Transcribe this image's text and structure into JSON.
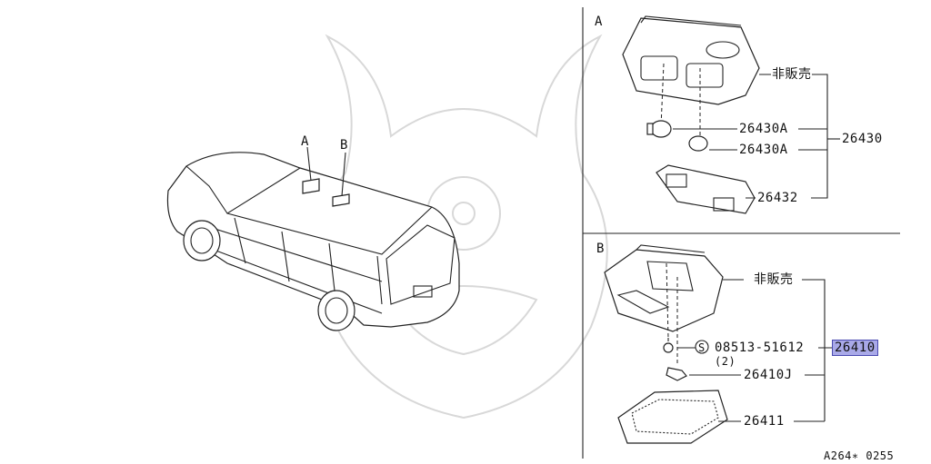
{
  "section_a": {
    "letter": "A",
    "labels": {
      "not_sold": "非販売",
      "bulb_1": "26430A",
      "bulb_2": "26430A",
      "assembly": "26430",
      "lens": "26432"
    }
  },
  "section_b": {
    "letter": "B",
    "labels": {
      "not_sold": "非販売",
      "screw_symbol": "S",
      "screw": "08513-51612",
      "screw_qty": "(2)",
      "assembly": "26410",
      "bulb": "26410J",
      "lens": "26411"
    }
  },
  "vehicle": {
    "callout_a": "A",
    "callout_b": "B"
  },
  "footer": {
    "diagram_code": "A264∗ 0255"
  },
  "colors": {
    "highlight": "#a9a9e8",
    "line": "#222222"
  }
}
